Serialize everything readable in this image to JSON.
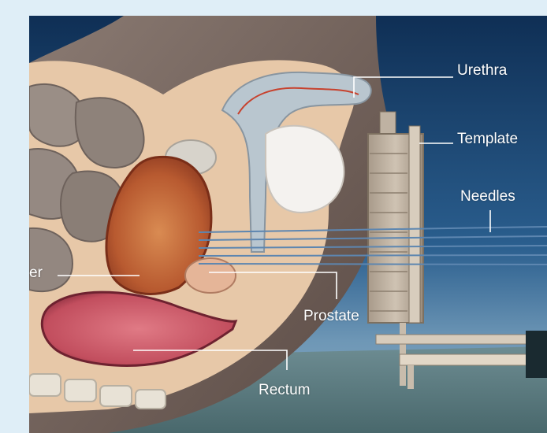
{
  "labels": {
    "urethra": "Urethra",
    "template": "Template",
    "needles": "Needles",
    "bladder_partial": "er",
    "prostate": "Prostate",
    "rectum": "Rectum"
  },
  "colors": {
    "page_background": "#dfeef7",
    "label_text": "#ffffff",
    "leader_line": "#ffffff"
  }
}
